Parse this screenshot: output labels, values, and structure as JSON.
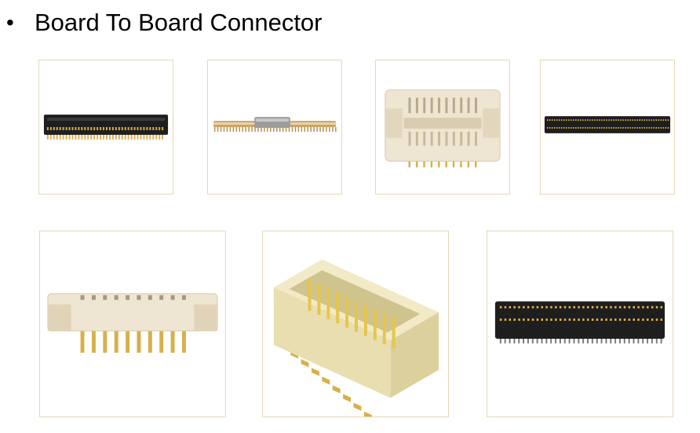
{
  "slide": {
    "bullet": "•",
    "title": "Board To Board Connector"
  },
  "images": [
    {
      "name": "black-fine-pitch-connector-image"
    },
    {
      "name": "slim-metal-shell-connector-image"
    },
    {
      "name": "beige-dual-row-connector-image"
    },
    {
      "name": "black-high-density-connector-image"
    },
    {
      "name": "beige-header-connector-image"
    },
    {
      "name": "yellow-socket-connector-image"
    },
    {
      "name": "black-gold-pin-connector-image"
    }
  ],
  "colors": {
    "border": "#e3d9b6",
    "gold": "#d8b04a",
    "beige": "#eee5d2",
    "black": "#1e1e1e"
  }
}
